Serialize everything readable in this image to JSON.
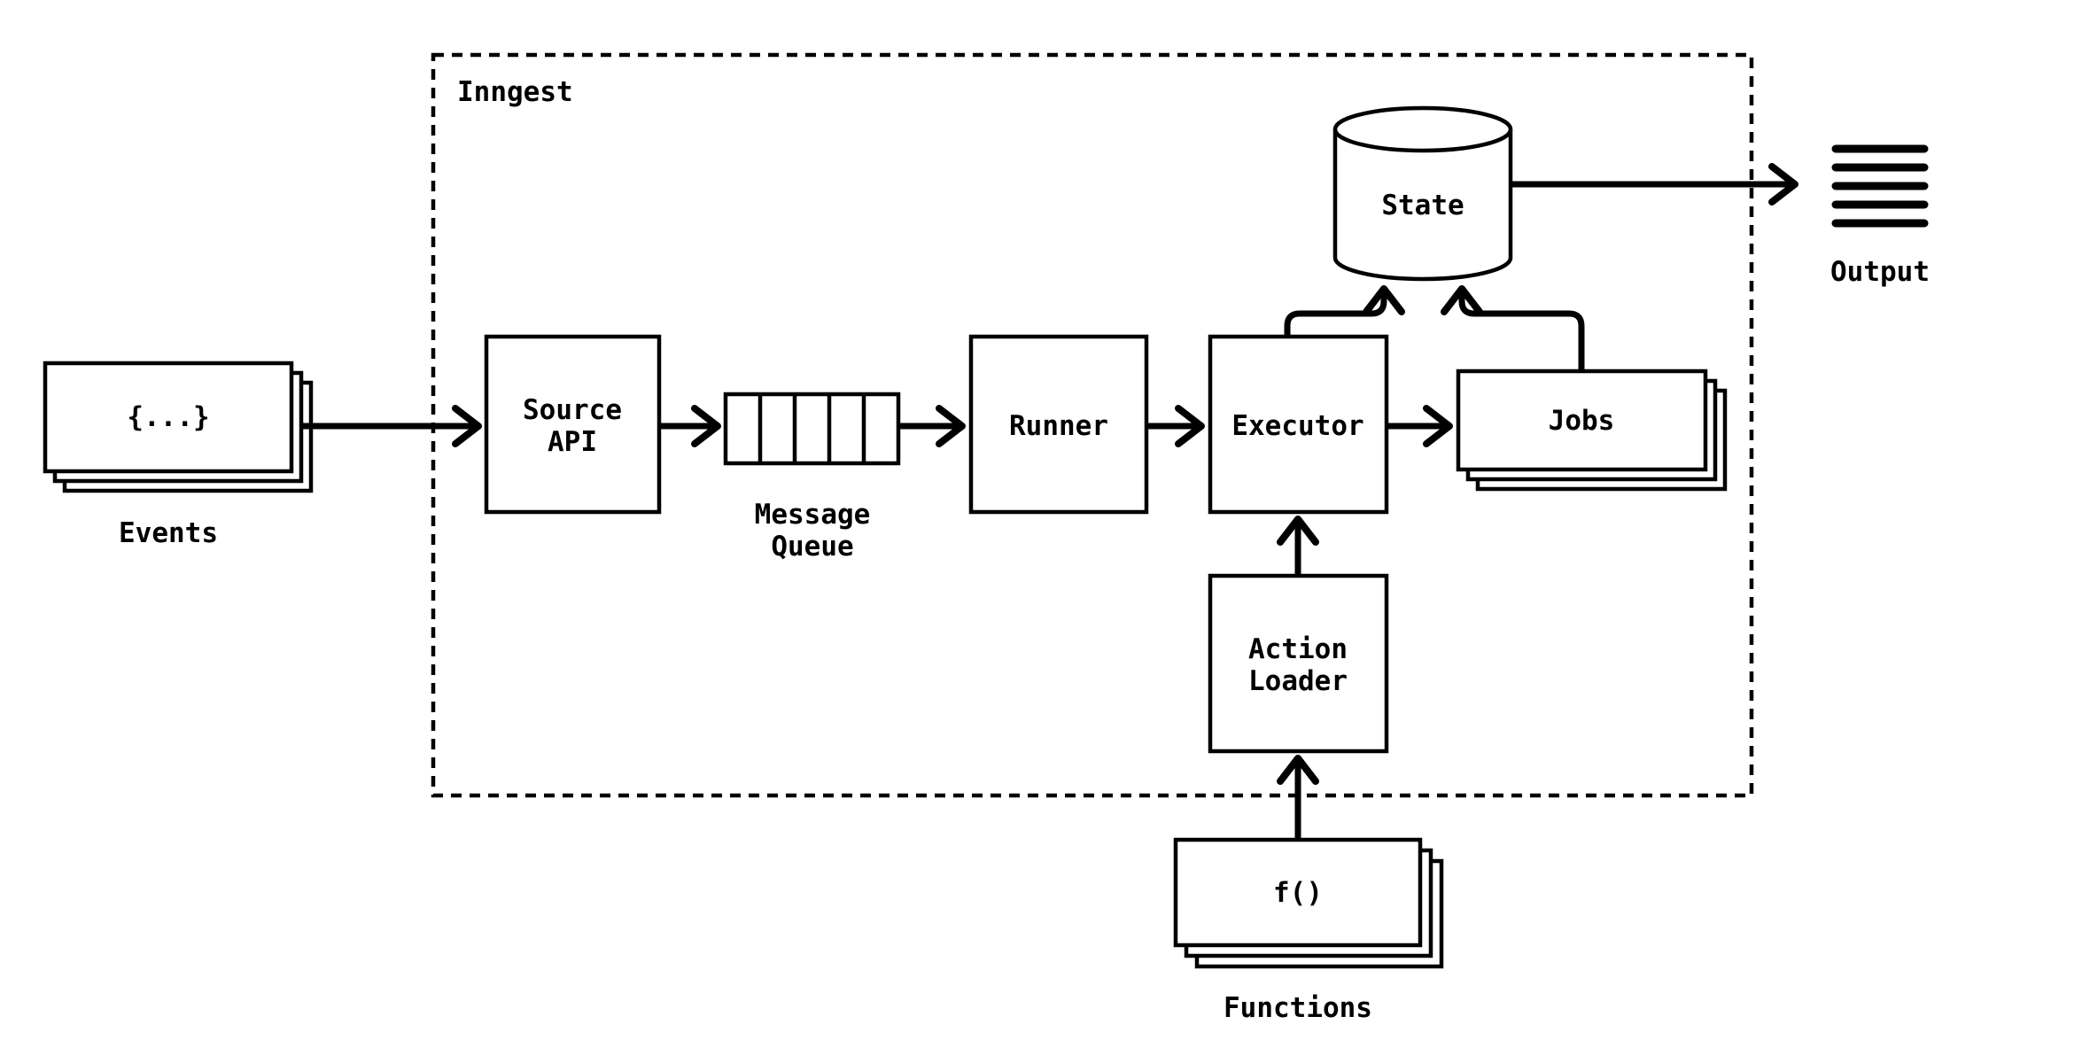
{
  "diagram": {
    "title_context": "Inngest event-driven architecture flow diagram",
    "boundary": {
      "label": "Inngest"
    },
    "colors": {
      "ink": "#000000",
      "background": "#ffffff"
    },
    "nodes": {
      "events": {
        "box_text": "{...}",
        "label": "Events"
      },
      "source_api": {
        "line1": "Source",
        "line2": "API"
      },
      "message_queue": {
        "line1": "Message",
        "line2": "Queue",
        "cells": 5
      },
      "runner": {
        "label": "Runner"
      },
      "executor": {
        "label": "Executor"
      },
      "jobs": {
        "label": "Jobs"
      },
      "state": {
        "label": "State"
      },
      "action_loader": {
        "line1": "Action",
        "line2": "Loader"
      },
      "functions": {
        "box_text": "f()",
        "label": "Functions"
      },
      "output": {
        "label": "Output"
      }
    },
    "edges": [
      "events -> source_api",
      "source_api -> message_queue",
      "message_queue -> runner",
      "runner -> executor",
      "executor -> jobs",
      "executor -> state",
      "jobs -> state",
      "state -> output",
      "action_loader -> executor",
      "functions -> action_loader"
    ]
  }
}
